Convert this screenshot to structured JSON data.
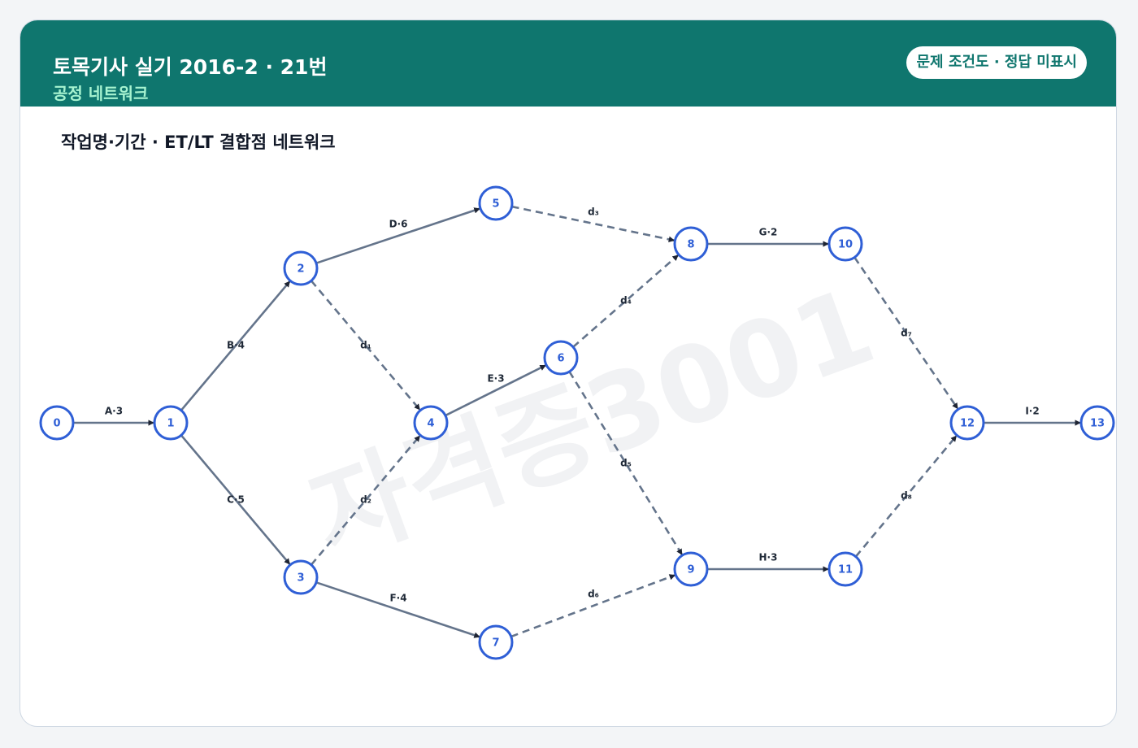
{
  "header": {
    "title": "토목기사 실기 2016-2 · 21번",
    "subtitle": "공정 네트워크",
    "badge": "문제 조건도 · 정답 미표시"
  },
  "section": {
    "title": "작업명·기간 · ET/LT 결합점 네트워크"
  },
  "watermark": "자격증3001",
  "colors": {
    "header_bg": "#0f766e",
    "node_stroke": "#2f5fd6",
    "edge": "#64748b",
    "arrow": "#1e2433"
  },
  "network": {
    "nodes": [
      {
        "id": "0",
        "label": "0"
      },
      {
        "id": "1",
        "label": "1"
      },
      {
        "id": "2",
        "label": "2"
      },
      {
        "id": "3",
        "label": "3"
      },
      {
        "id": "4",
        "label": "4"
      },
      {
        "id": "5",
        "label": "5"
      },
      {
        "id": "6",
        "label": "6"
      },
      {
        "id": "7",
        "label": "7"
      },
      {
        "id": "8",
        "label": "8"
      },
      {
        "id": "9",
        "label": "9"
      },
      {
        "id": "10",
        "label": "10"
      },
      {
        "id": "11",
        "label": "11"
      },
      {
        "id": "12",
        "label": "12"
      },
      {
        "id": "13",
        "label": "13"
      }
    ],
    "edges": [
      {
        "from": "0",
        "to": "1",
        "label": "A·3",
        "dummy": false
      },
      {
        "from": "1",
        "to": "2",
        "label": "B·4",
        "dummy": false
      },
      {
        "from": "1",
        "to": "3",
        "label": "C·5",
        "dummy": false
      },
      {
        "from": "2",
        "to": "5",
        "label": "D·6",
        "dummy": false
      },
      {
        "from": "2",
        "to": "4",
        "label": "d₁",
        "dummy": true
      },
      {
        "from": "3",
        "to": "4",
        "label": "d₂",
        "dummy": true
      },
      {
        "from": "3",
        "to": "7",
        "label": "F·4",
        "dummy": false
      },
      {
        "from": "4",
        "to": "6",
        "label": "E·3",
        "dummy": false
      },
      {
        "from": "5",
        "to": "8",
        "label": "d₃",
        "dummy": true
      },
      {
        "from": "6",
        "to": "8",
        "label": "d₄",
        "dummy": true
      },
      {
        "from": "6",
        "to": "9",
        "label": "d₅",
        "dummy": true
      },
      {
        "from": "7",
        "to": "9",
        "label": "d₆",
        "dummy": true
      },
      {
        "from": "8",
        "to": "10",
        "label": "G·2",
        "dummy": false
      },
      {
        "from": "9",
        "to": "11",
        "label": "H·3",
        "dummy": false
      },
      {
        "from": "10",
        "to": "12",
        "label": "d₇",
        "dummy": true
      },
      {
        "from": "11",
        "to": "12",
        "label": "d₈",
        "dummy": true
      },
      {
        "from": "12",
        "to": "13",
        "label": "I·2",
        "dummy": false
      }
    ]
  }
}
